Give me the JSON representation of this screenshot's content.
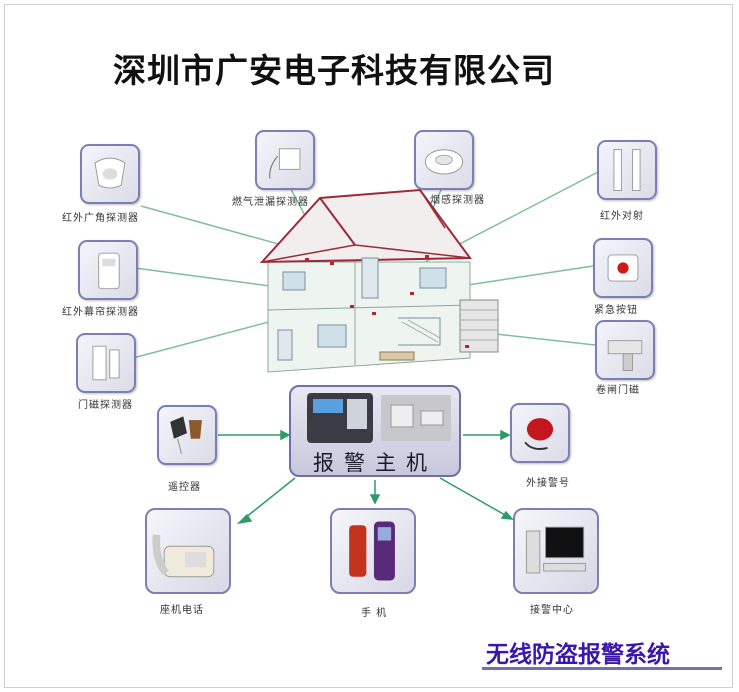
{
  "company_title": "深圳市广安电子科技有限公司",
  "host": {
    "label": "报警主机"
  },
  "detectors": {
    "ir_wide": "红外广角探测器",
    "gas": "燃气泄漏探测器",
    "smoke": "烟感探测器",
    "ir_beam": "红外对射",
    "ir_curtain": "红外幕帘探测器",
    "panic": "紧急按钮",
    "door": "门磁探测器",
    "shutter": "卷闸门磁",
    "remote": "遥控器",
    "siren": "外接警号"
  },
  "outputs": {
    "landline": "座机电话",
    "mobile": "手 机",
    "center": "接警中心"
  },
  "footer_title": "无线防盗报警系统",
  "colors": {
    "tile_border": "#7b7fb3",
    "wire": "#7fbf9b",
    "footer_text": "#3a17a8",
    "house_roof": "#9c2b3a"
  }
}
